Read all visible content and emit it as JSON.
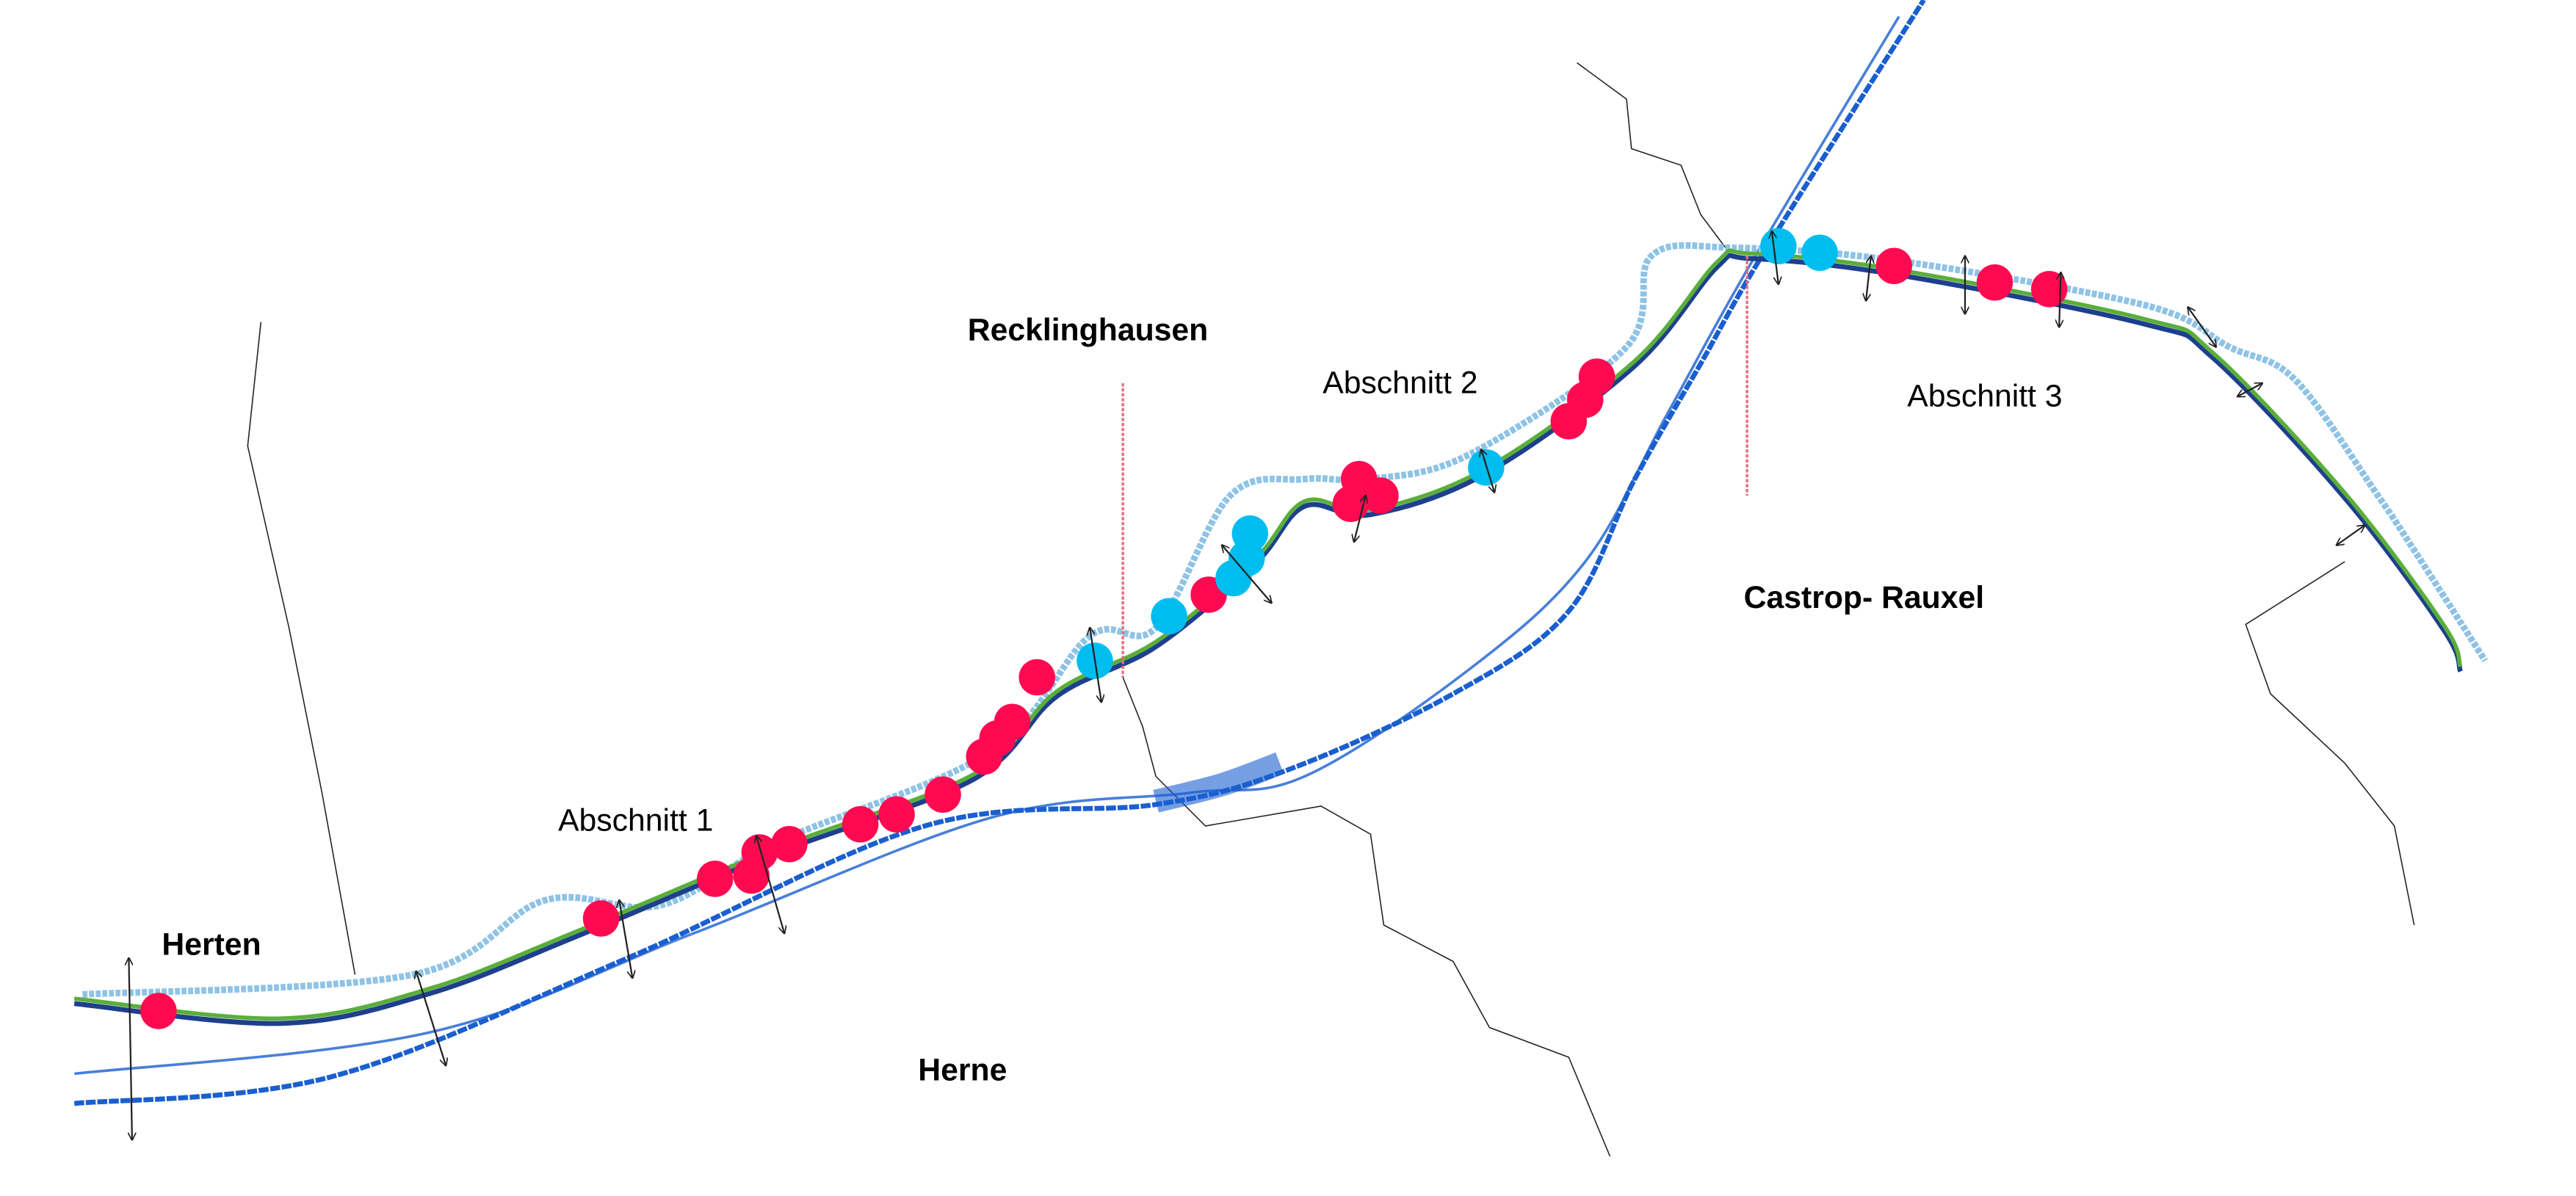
{
  "places": {
    "herten": "Herten",
    "herne": "Herne",
    "recklinghausen": "Recklinghausen",
    "castrop_rauxel": "Castrop- Rauxel"
  },
  "sections": {
    "s1": "Abschnitt 1",
    "s2": "Abschnitt 2",
    "s3": "Abschnitt 3"
  },
  "colors": {
    "marker_red": "#ff0a50",
    "marker_cyan": "#00bdf0",
    "canal_green": "#5aae3a",
    "canal_navy": "#1e3f8c",
    "river_blue": "#1a5fd0",
    "bank_lightblue": "#8fc3e6",
    "boundary": "#222222",
    "divider_red": "#f06a7a"
  }
}
